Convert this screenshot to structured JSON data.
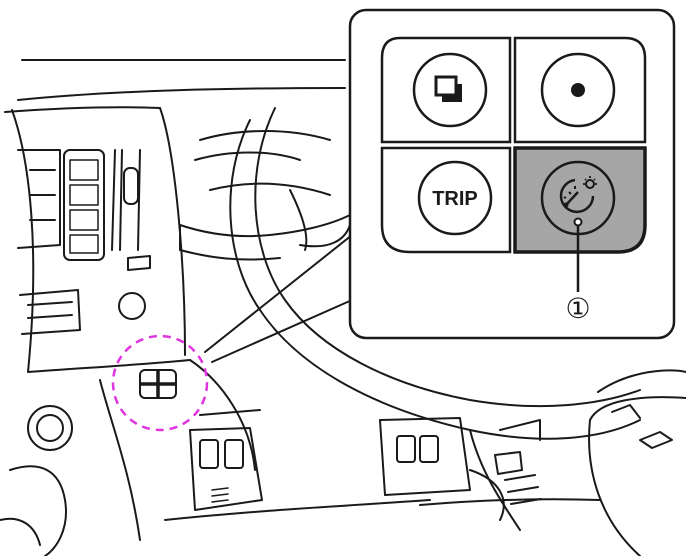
{
  "buttons": {
    "top_left": {
      "icon": "overlapping-squares-icon"
    },
    "top_right": {
      "icon": "filled-dot-icon"
    },
    "bottom_left": {
      "icon": "none",
      "label": "TRIP"
    },
    "bottom_right": {
      "icon": "instrument-brightness-icon",
      "highlighted": true,
      "highlight_color": "#a6a6a6"
    }
  },
  "callout": {
    "label": "①"
  },
  "colors": {
    "line": "#1a1a1a",
    "highlight_circle": "#e033e0",
    "button_highlight": "#a6a6a6",
    "background": "#ffffff"
  }
}
